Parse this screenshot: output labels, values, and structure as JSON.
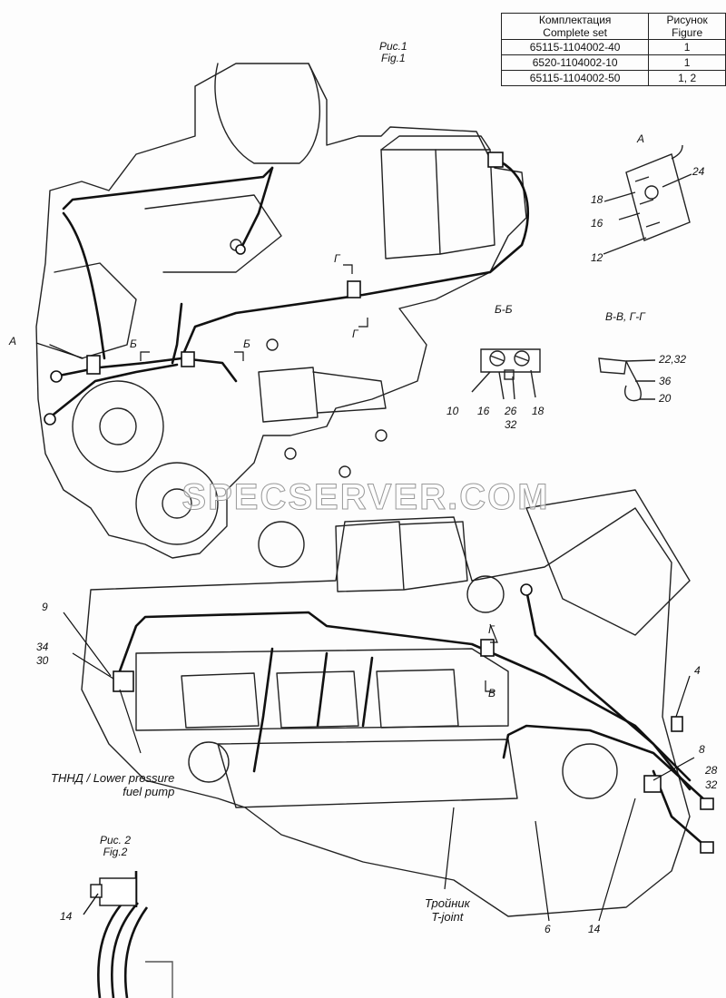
{
  "spec_table": {
    "header": [
      "Комплектация\nComplete set",
      "Рисунок\nFigure"
    ],
    "rows": [
      [
        "65115-1104002-40",
        "1"
      ],
      [
        "6520-1104002-10",
        "1"
      ],
      [
        "65115-1104002-50",
        "1, 2"
      ]
    ]
  },
  "figures": {
    "fig1": "Рис.1\nFig.1",
    "fig2": "Рис. 2\nFig.2"
  },
  "views": {
    "a": "А",
    "bb": "Б-Б",
    "vv_gg": "В-В, Г-Г"
  },
  "section_marks": {
    "b_left": "Б",
    "b_right": "Б",
    "g_top": "Г",
    "g_bottom": "Г",
    "g_lower": "Г",
    "v_lower": "В",
    "a_pointer": "А"
  },
  "callouts": {
    "a24": "24",
    "a18": "18",
    "a16": "16",
    "a12": "12",
    "bb10": "10",
    "bb16": "16",
    "bb26": "26",
    "bb32": "32",
    "bb18": "18",
    "vg2232": "22,32",
    "vg36": "36",
    "vg20": "20",
    "c9": "9",
    "c34": "34",
    "c30": "30",
    "c4": "4",
    "c8": "8",
    "c28": "28",
    "c32": "32",
    "c6": "6",
    "c14": "14",
    "c14b": "14"
  },
  "annotations": {
    "lower_pump": "ТННД / Lower pressure\nfuel pump",
    "tee": "Тройник\nT-joint"
  },
  "watermark": "SPECSERVER.COM"
}
